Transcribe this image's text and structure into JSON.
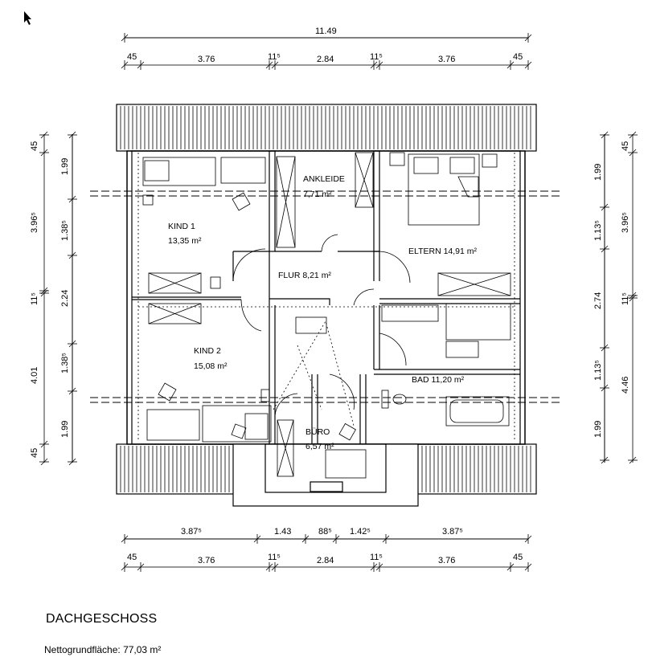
{
  "plan": {
    "title": "DACHGESCHOSS",
    "net_floor_area": "Nettogrundfläche: 77,03 m²",
    "rooms": {
      "ankleide": {
        "name": "ANKLEIDE",
        "area": "7,71 m²"
      },
      "kind1": {
        "name": "KIND 1",
        "area": "13,35 m²"
      },
      "eltern": {
        "label": "ELTERN 14,91 m²"
      },
      "flur": {
        "label": "FLUR 8,21 m²"
      },
      "kind2": {
        "name": "KIND 2",
        "area": "15,08 m²"
      },
      "bad": {
        "label": "BAD 11,20 m²"
      },
      "buero": {
        "name": "BÜRO",
        "area": "6,57 m²"
      }
    }
  },
  "dimensions": {
    "top_total": "11.49",
    "top_row": [
      "45",
      "3.76",
      "11⁵",
      "2.84",
      "11⁵",
      "3.76",
      "45"
    ],
    "bottom_row1": [
      "3.87⁵",
      "1.43",
      "88⁵",
      "1.42⁵",
      "3.87⁵"
    ],
    "bottom_row2": [
      "45",
      "3.76",
      "11⁵",
      "2.84",
      "11⁵",
      "3.76",
      "45"
    ],
    "left_outer": [
      "45",
      "3.96⁵",
      "11⁵",
      "4.01",
      "45"
    ],
    "left_inner": [
      "1.99",
      "1.38⁵",
      "2.24",
      "1.38⁵",
      "1.99"
    ],
    "right_inner": [
      "1.99",
      "1.13⁵",
      "2.74",
      "1.13⁵",
      "1.99"
    ],
    "right_outer": [
      "45",
      "3.96⁵",
      "11⁵",
      "4.46"
    ]
  }
}
